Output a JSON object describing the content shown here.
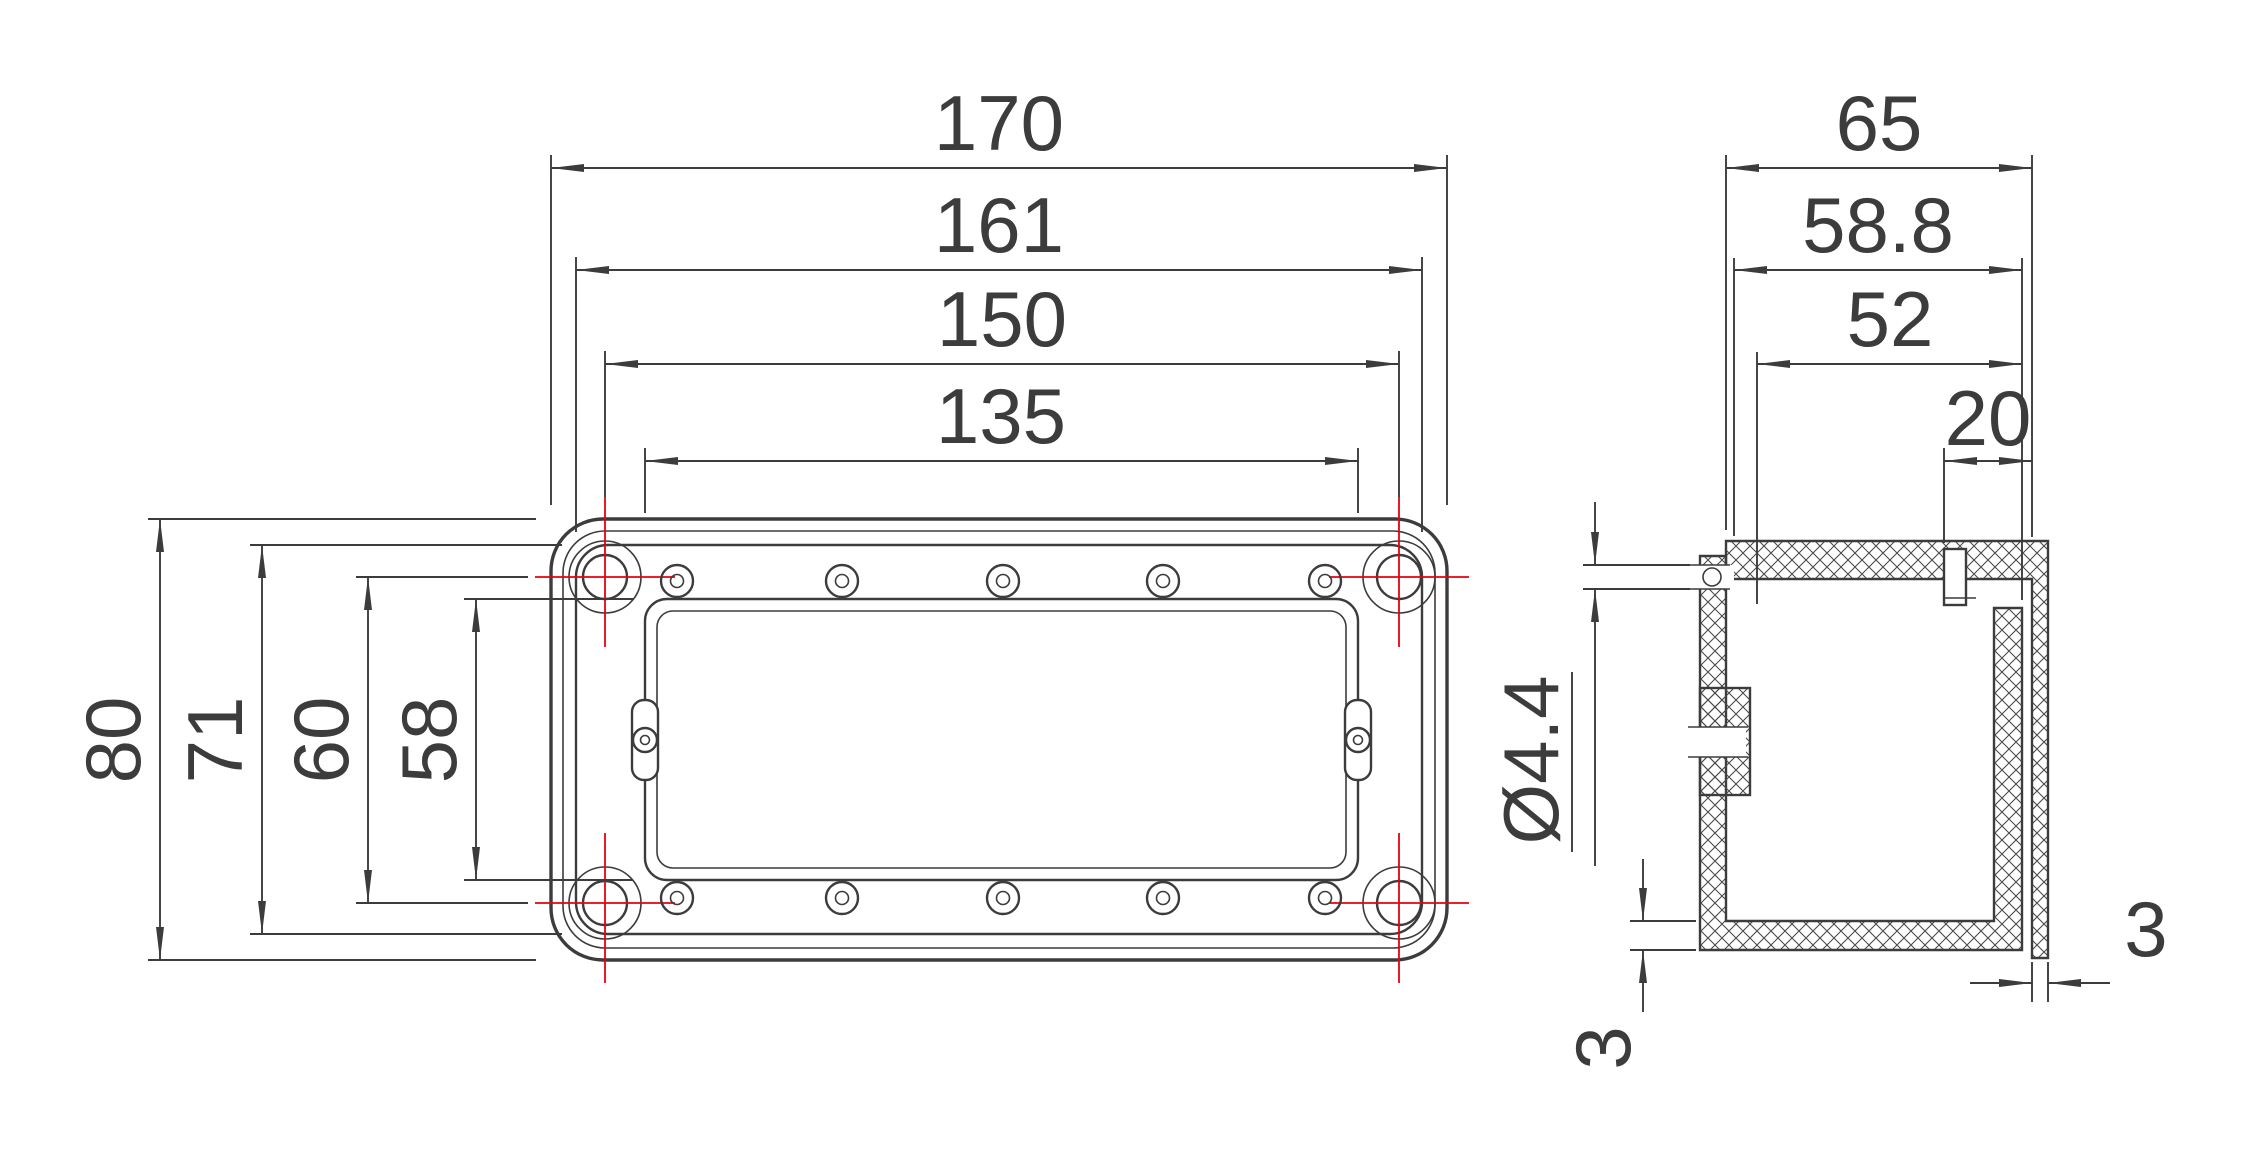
{
  "drawing": {
    "colors": {
      "line": "#3c3c3c",
      "centerline_red": "#e8000d",
      "background": "#ffffff",
      "hatch": "#4a4a4a"
    },
    "top_view": {
      "horizontal_dims": [
        {
          "label": "170"
        },
        {
          "label": "161"
        },
        {
          "label": "150"
        },
        {
          "label": "135"
        }
      ],
      "vertical_dims": [
        {
          "label": "80"
        },
        {
          "label": "71"
        },
        {
          "label": "60"
        },
        {
          "label": "58"
        }
      ]
    },
    "side_view": {
      "horizontal_dims": [
        {
          "label": "65"
        },
        {
          "label": "58.8"
        },
        {
          "label": "52"
        },
        {
          "label": "20"
        }
      ],
      "hole_callout": {
        "label": "Ø4.4"
      },
      "thickness_dims": [
        {
          "label": "3"
        },
        {
          "label": "3"
        }
      ]
    }
  }
}
